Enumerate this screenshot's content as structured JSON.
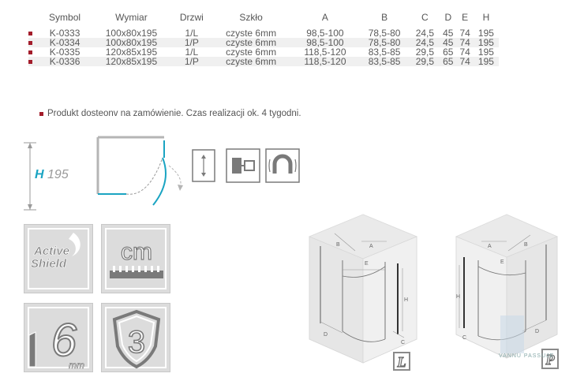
{
  "table": {
    "headers": [
      "Symbol",
      "Wymiar",
      "Drzwi",
      "Szkło",
      "A",
      "B",
      "C",
      "D",
      "E",
      "H"
    ],
    "rows": [
      [
        "K-0333",
        "100x80x195",
        "1/L",
        "czyste 6mm",
        "98,5-100",
        "78,5-80",
        "24,5",
        "45",
        "74",
        "195"
      ],
      [
        "K-0334",
        "100x80x195",
        "1/P",
        "czyste 6mm",
        "98,5-100",
        "78,5-80",
        "24,5",
        "45",
        "74",
        "195"
      ],
      [
        "K-0335",
        "120x85x195",
        "1/L",
        "czyste 6mm",
        "118,5-120",
        "83,5-85",
        "29,5",
        "65",
        "74",
        "195"
      ],
      [
        "K-0336",
        "120x85x195",
        "1/P",
        "czyste 6mm",
        "118,5-120",
        "83,5-85",
        "29,5",
        "65",
        "74",
        "195"
      ]
    ]
  },
  "note": "Produkt dosteonv na zamówienie. Czas realizacji ok. 4 tygodni.",
  "height_label": {
    "letter": "H",
    "value": "195"
  },
  "features": {
    "active_shield": [
      "Active",
      "Shield"
    ],
    "cm_label": "cm",
    "glass_thickness": {
      "number": "6",
      "unit": "mm"
    },
    "warranty_years": "3"
  },
  "iso": {
    "left": {
      "labels": {
        "a": "A",
        "b": "B",
        "c": "C",
        "d": "D",
        "e": "E",
        "h": "H"
      },
      "side": "L"
    },
    "right": {
      "labels": {
        "a": "A",
        "b": "B",
        "c": "C",
        "d": "D",
        "e": "E",
        "h": "H"
      },
      "side": "P"
    }
  },
  "watermark": "VANNU PASSUJE",
  "colors": {
    "bullet": "#a31d2b",
    "accent": "#1aa4c2",
    "icon_grey": "#7a7a7a",
    "tile": "#dcdcdc"
  }
}
